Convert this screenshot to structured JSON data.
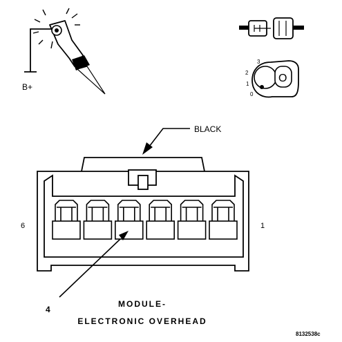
{
  "probe": {
    "label": "B+"
  },
  "ignition": {
    "positions": [
      "3",
      "2",
      "1",
      "0"
    ],
    "key_letter": "O"
  },
  "connector": {
    "color_callout": "BLACK",
    "pin_left": "6",
    "pin_right": "1",
    "pin_count": 6,
    "callout_number": "4",
    "module_line1": "MODULE-",
    "module_line2": "ELECTRONIC OVERHEAD"
  },
  "figure_id": "8132538c"
}
